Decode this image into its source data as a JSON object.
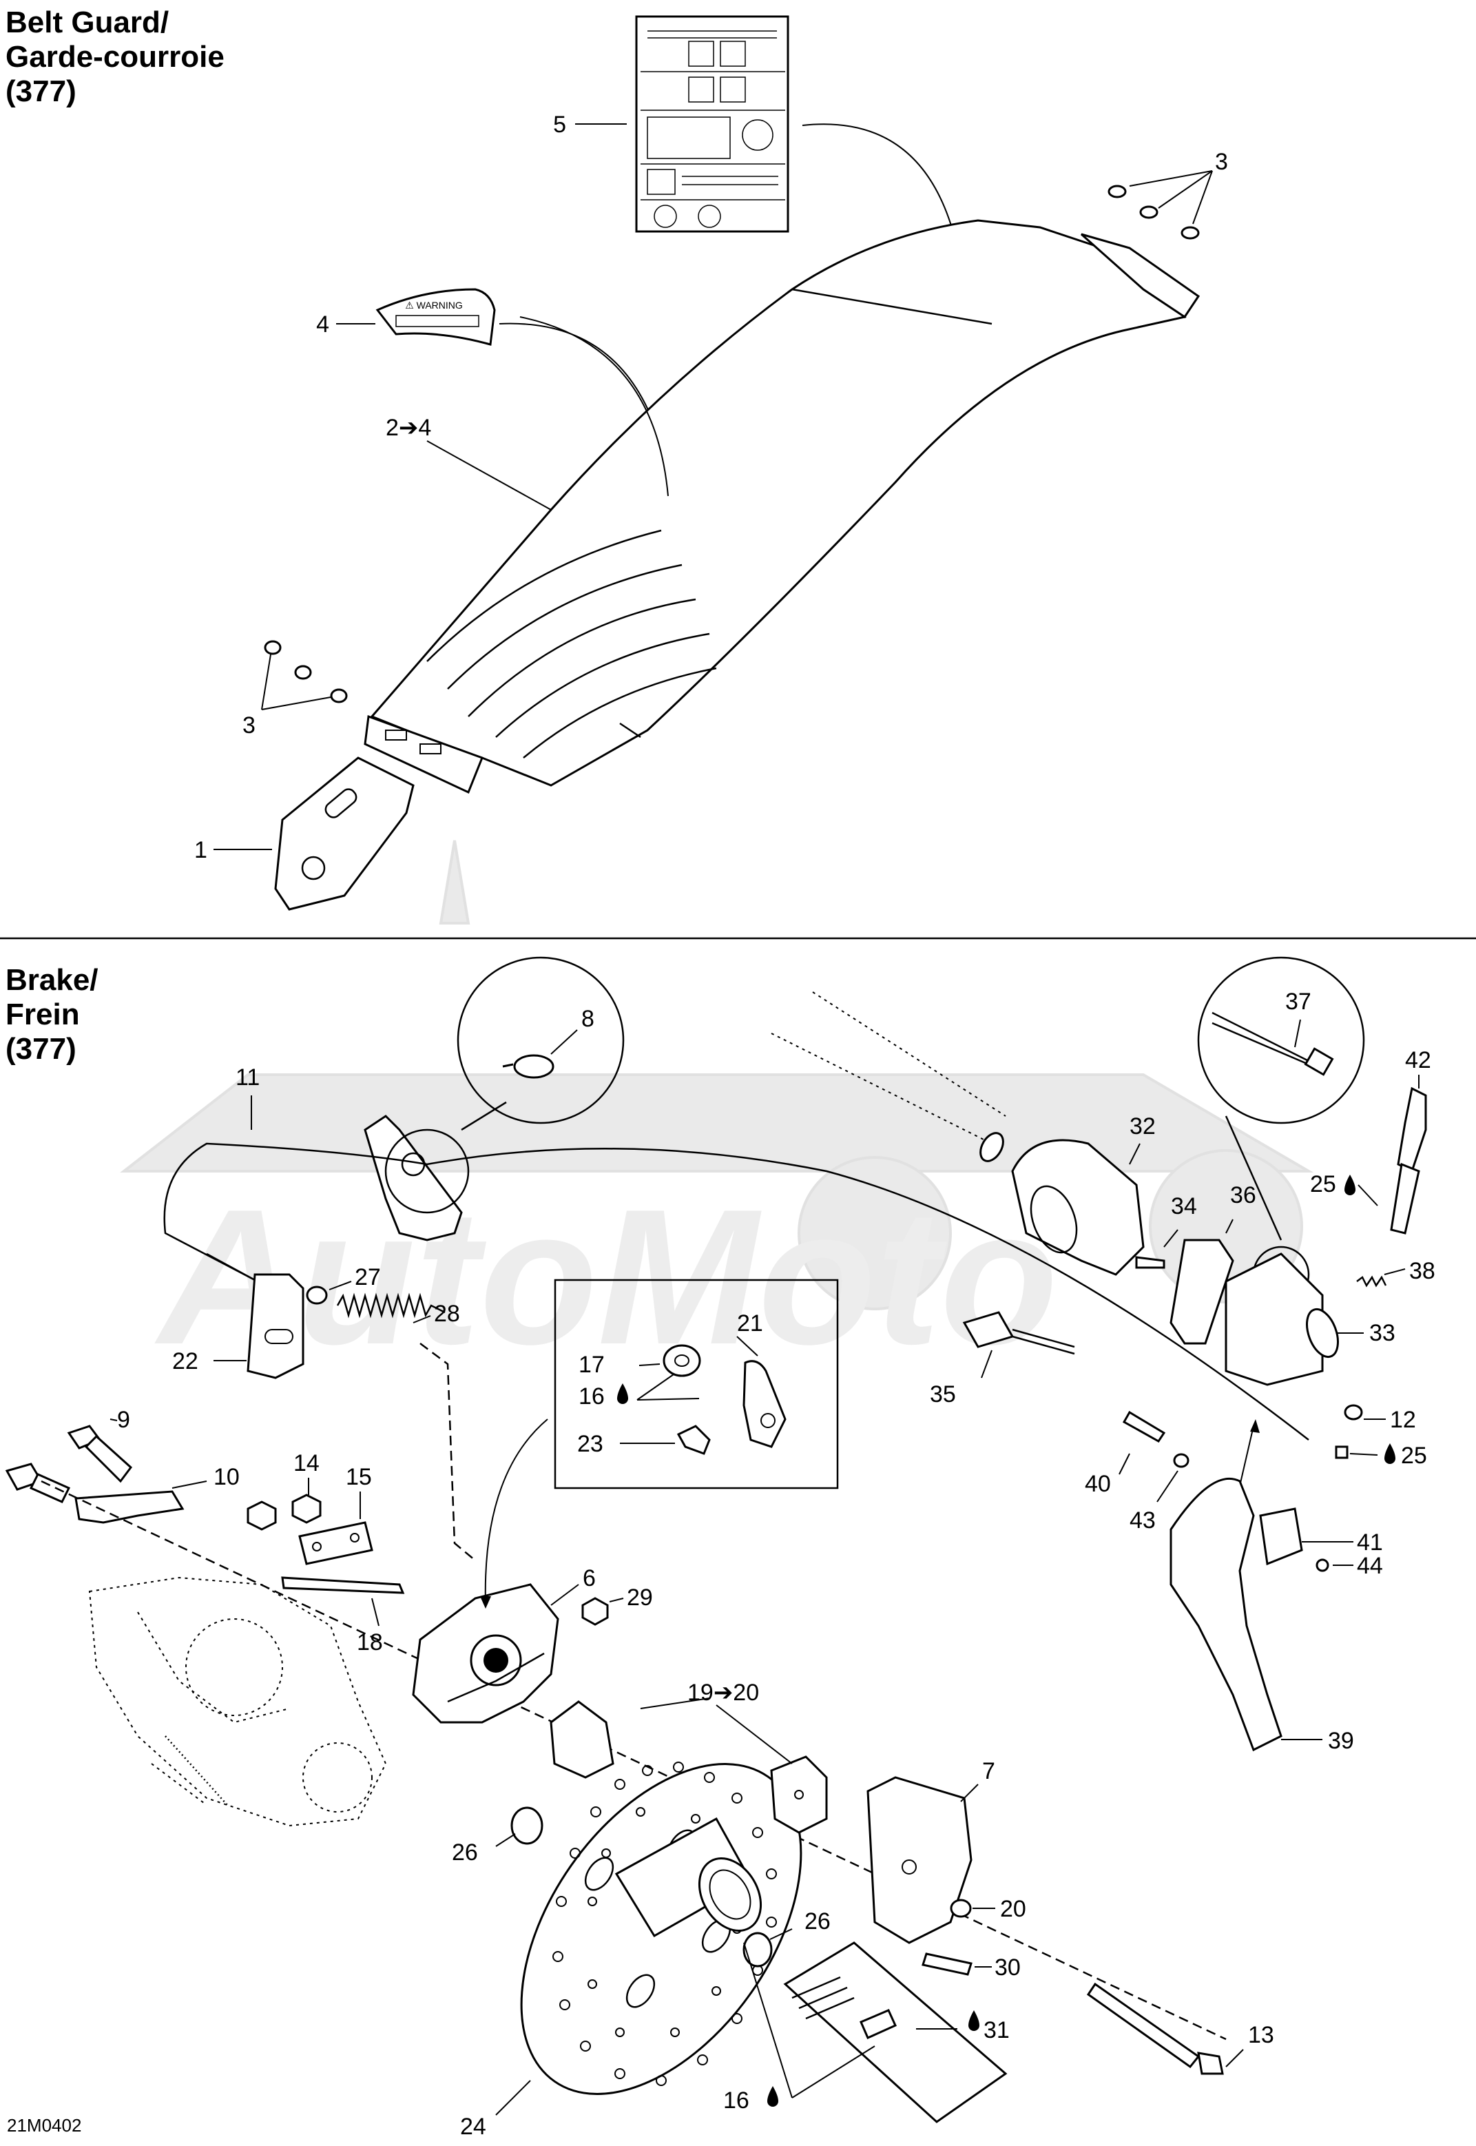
{
  "sections": {
    "belt_guard": {
      "title_line1": "Belt Guard/",
      "title_line2": "Garde-courroie",
      "title_line3": "(377)"
    },
    "brake": {
      "title_line1": "Brake/",
      "title_line2": "Frein",
      "title_line3": "(377)"
    }
  },
  "callouts": {
    "c1": "1",
    "c2": "2➔4",
    "c3a": "3",
    "c3b": "3",
    "c4": "4",
    "c5": "5",
    "c6": "6",
    "c7": "7",
    "c8": "8",
    "c9": "9",
    "c10": "10",
    "c11": "11",
    "c12": "12",
    "c13": "13",
    "c14": "14",
    "c15": "15",
    "c16a": "16",
    "c16b": "16",
    "c17": "17",
    "c18": "18",
    "c19": "19➔20",
    "c20": "20",
    "c21": "21",
    "c22": "22",
    "c23": "23",
    "c24": "24",
    "c25a": "25",
    "c25b": "25",
    "c26a": "26",
    "c26b": "26",
    "c27": "27",
    "c28": "28",
    "c29": "29",
    "c30": "30",
    "c31": "31",
    "c32": "32",
    "c33": "33",
    "c34": "34",
    "c35": "35",
    "c36": "36",
    "c37": "37",
    "c38": "38",
    "c39": "39",
    "c40": "40",
    "c41": "41",
    "c42": "42",
    "c43": "43",
    "c44": "44"
  },
  "drawing_code": "21M0402",
  "icons": {
    "lubricant": "oil-drop-icon"
  },
  "colors": {
    "line": "#000000",
    "background": "#ffffff",
    "watermark": "#e8e8e8"
  }
}
